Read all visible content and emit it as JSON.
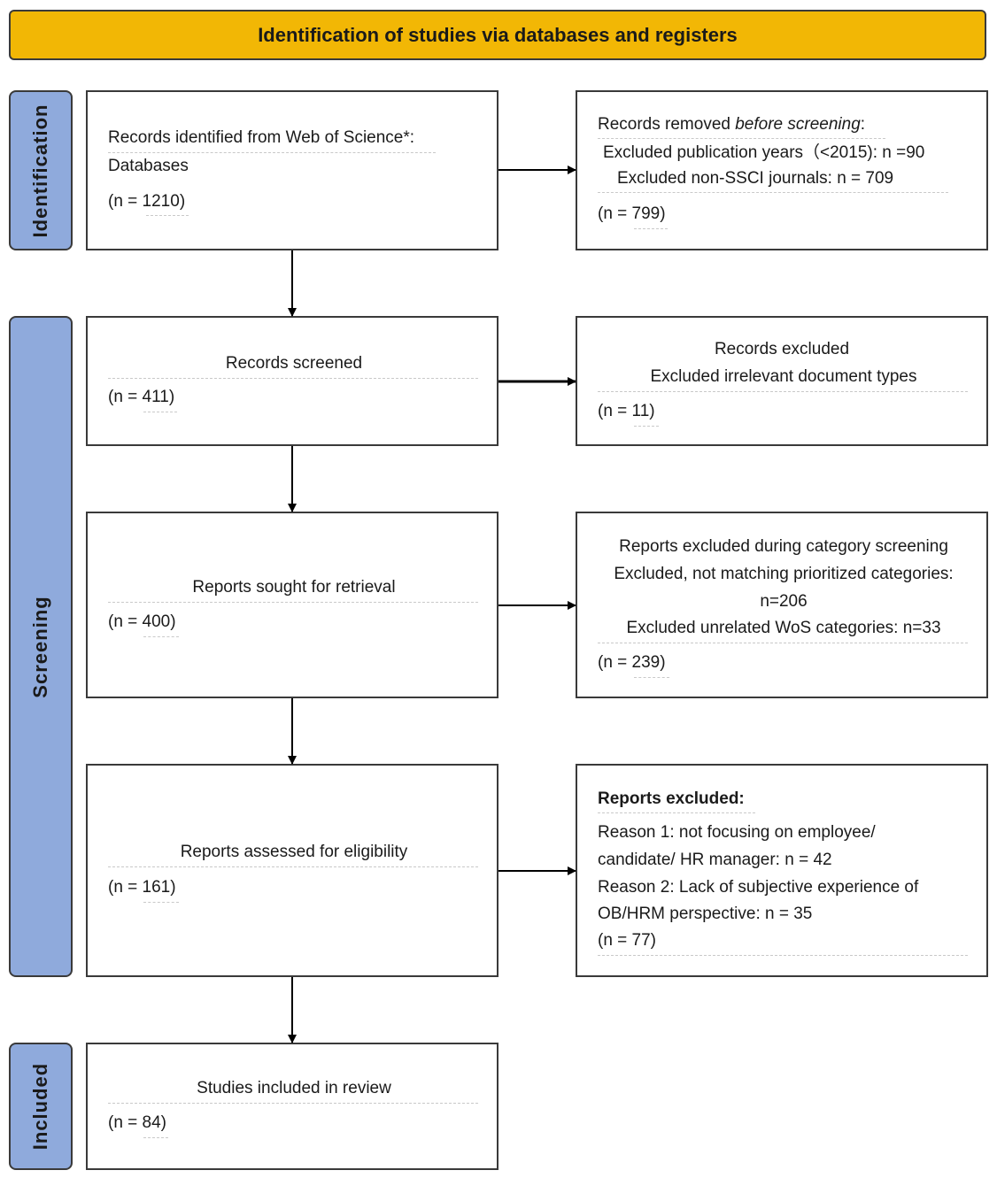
{
  "header": {
    "title": "Identification of studies via databases and registers"
  },
  "phases": {
    "identification": "Identification",
    "screening": "Screening",
    "included": "Included"
  },
  "boxes": {
    "records_identified": {
      "line1": "Records identified from Web of Science*:",
      "line2": "Databases",
      "count": "(n = 1210)"
    },
    "records_removed": {
      "line1_prefix": "Records removed ",
      "line1_emph": "before screening",
      "line1_suffix": ":",
      "line2": "Excluded publication years（<2015): n =90",
      "line3": "Excluded non-SSCI journals: n = 709",
      "count": "(n = 799)"
    },
    "records_screened": {
      "title": "Records screened",
      "count": "(n = 411)"
    },
    "records_excluded": {
      "line1": "Records excluded",
      "line2": "Excluded irrelevant document types",
      "count": "(n = 11)"
    },
    "reports_sought": {
      "title": "Reports sought for retrieval",
      "count": "(n = 400)"
    },
    "reports_excluded_category": {
      "line1": "Reports excluded during category screening",
      "line2": "Excluded, not matching prioritized categories:",
      "line3": "n=206",
      "line4": "Excluded unrelated WoS categories: n=33",
      "count": "(n = 239)"
    },
    "reports_assessed": {
      "title": "Reports assessed for eligibility",
      "count": "(n = 161)"
    },
    "reports_excluded_final": {
      "title": "Reports excluded:",
      "line1": "Reason 1: not focusing on employee/",
      "line2": "candidate/ HR manager: n = 42",
      "line3": "Reason 2: Lack of subjective experience of",
      "line4": "OB/HRM perspective: n = 35",
      "count": "(n = 77)"
    },
    "studies_included": {
      "title": "Studies included in review",
      "count": "(n = 84)"
    }
  },
  "colors": {
    "header_fill": "#f2b705",
    "phase_fill": "#8faadc",
    "border": "#3a3a3a"
  }
}
